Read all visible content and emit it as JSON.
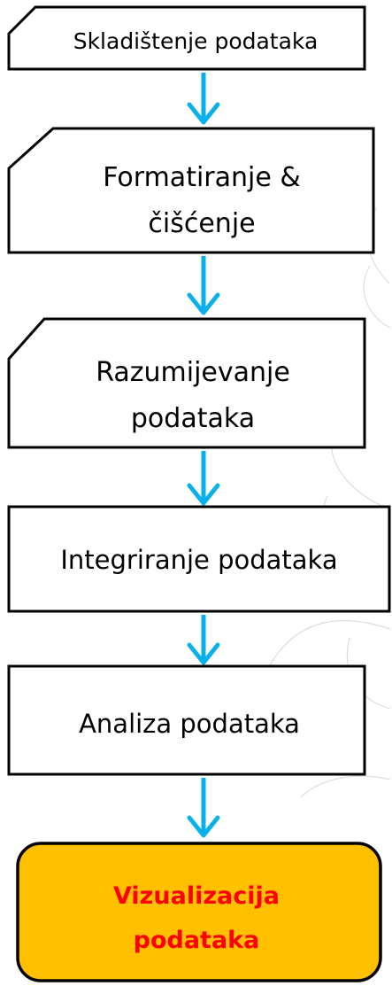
{
  "steps": [
    {
      "lines": [
        "Skladištenje podataka"
      ]
    },
    {
      "lines": [
        "Formatiranje &",
        "čišćenje"
      ]
    },
    {
      "lines": [
        "Razumijevanje",
        "podataka"
      ]
    },
    {
      "lines": [
        "Integriranje podataka"
      ]
    },
    {
      "lines": [
        "Analiza podataka"
      ]
    },
    {
      "lines": [
        "Vizualizacija",
        "podataka"
      ]
    }
  ],
  "colors": {
    "arrow": "#0ab0ea",
    "box_fill": "#ffffff",
    "box_stroke": "#000000",
    "final_fill": "#ffc000",
    "final_text": "#ff0000",
    "watermark": "#d9d9d9"
  }
}
